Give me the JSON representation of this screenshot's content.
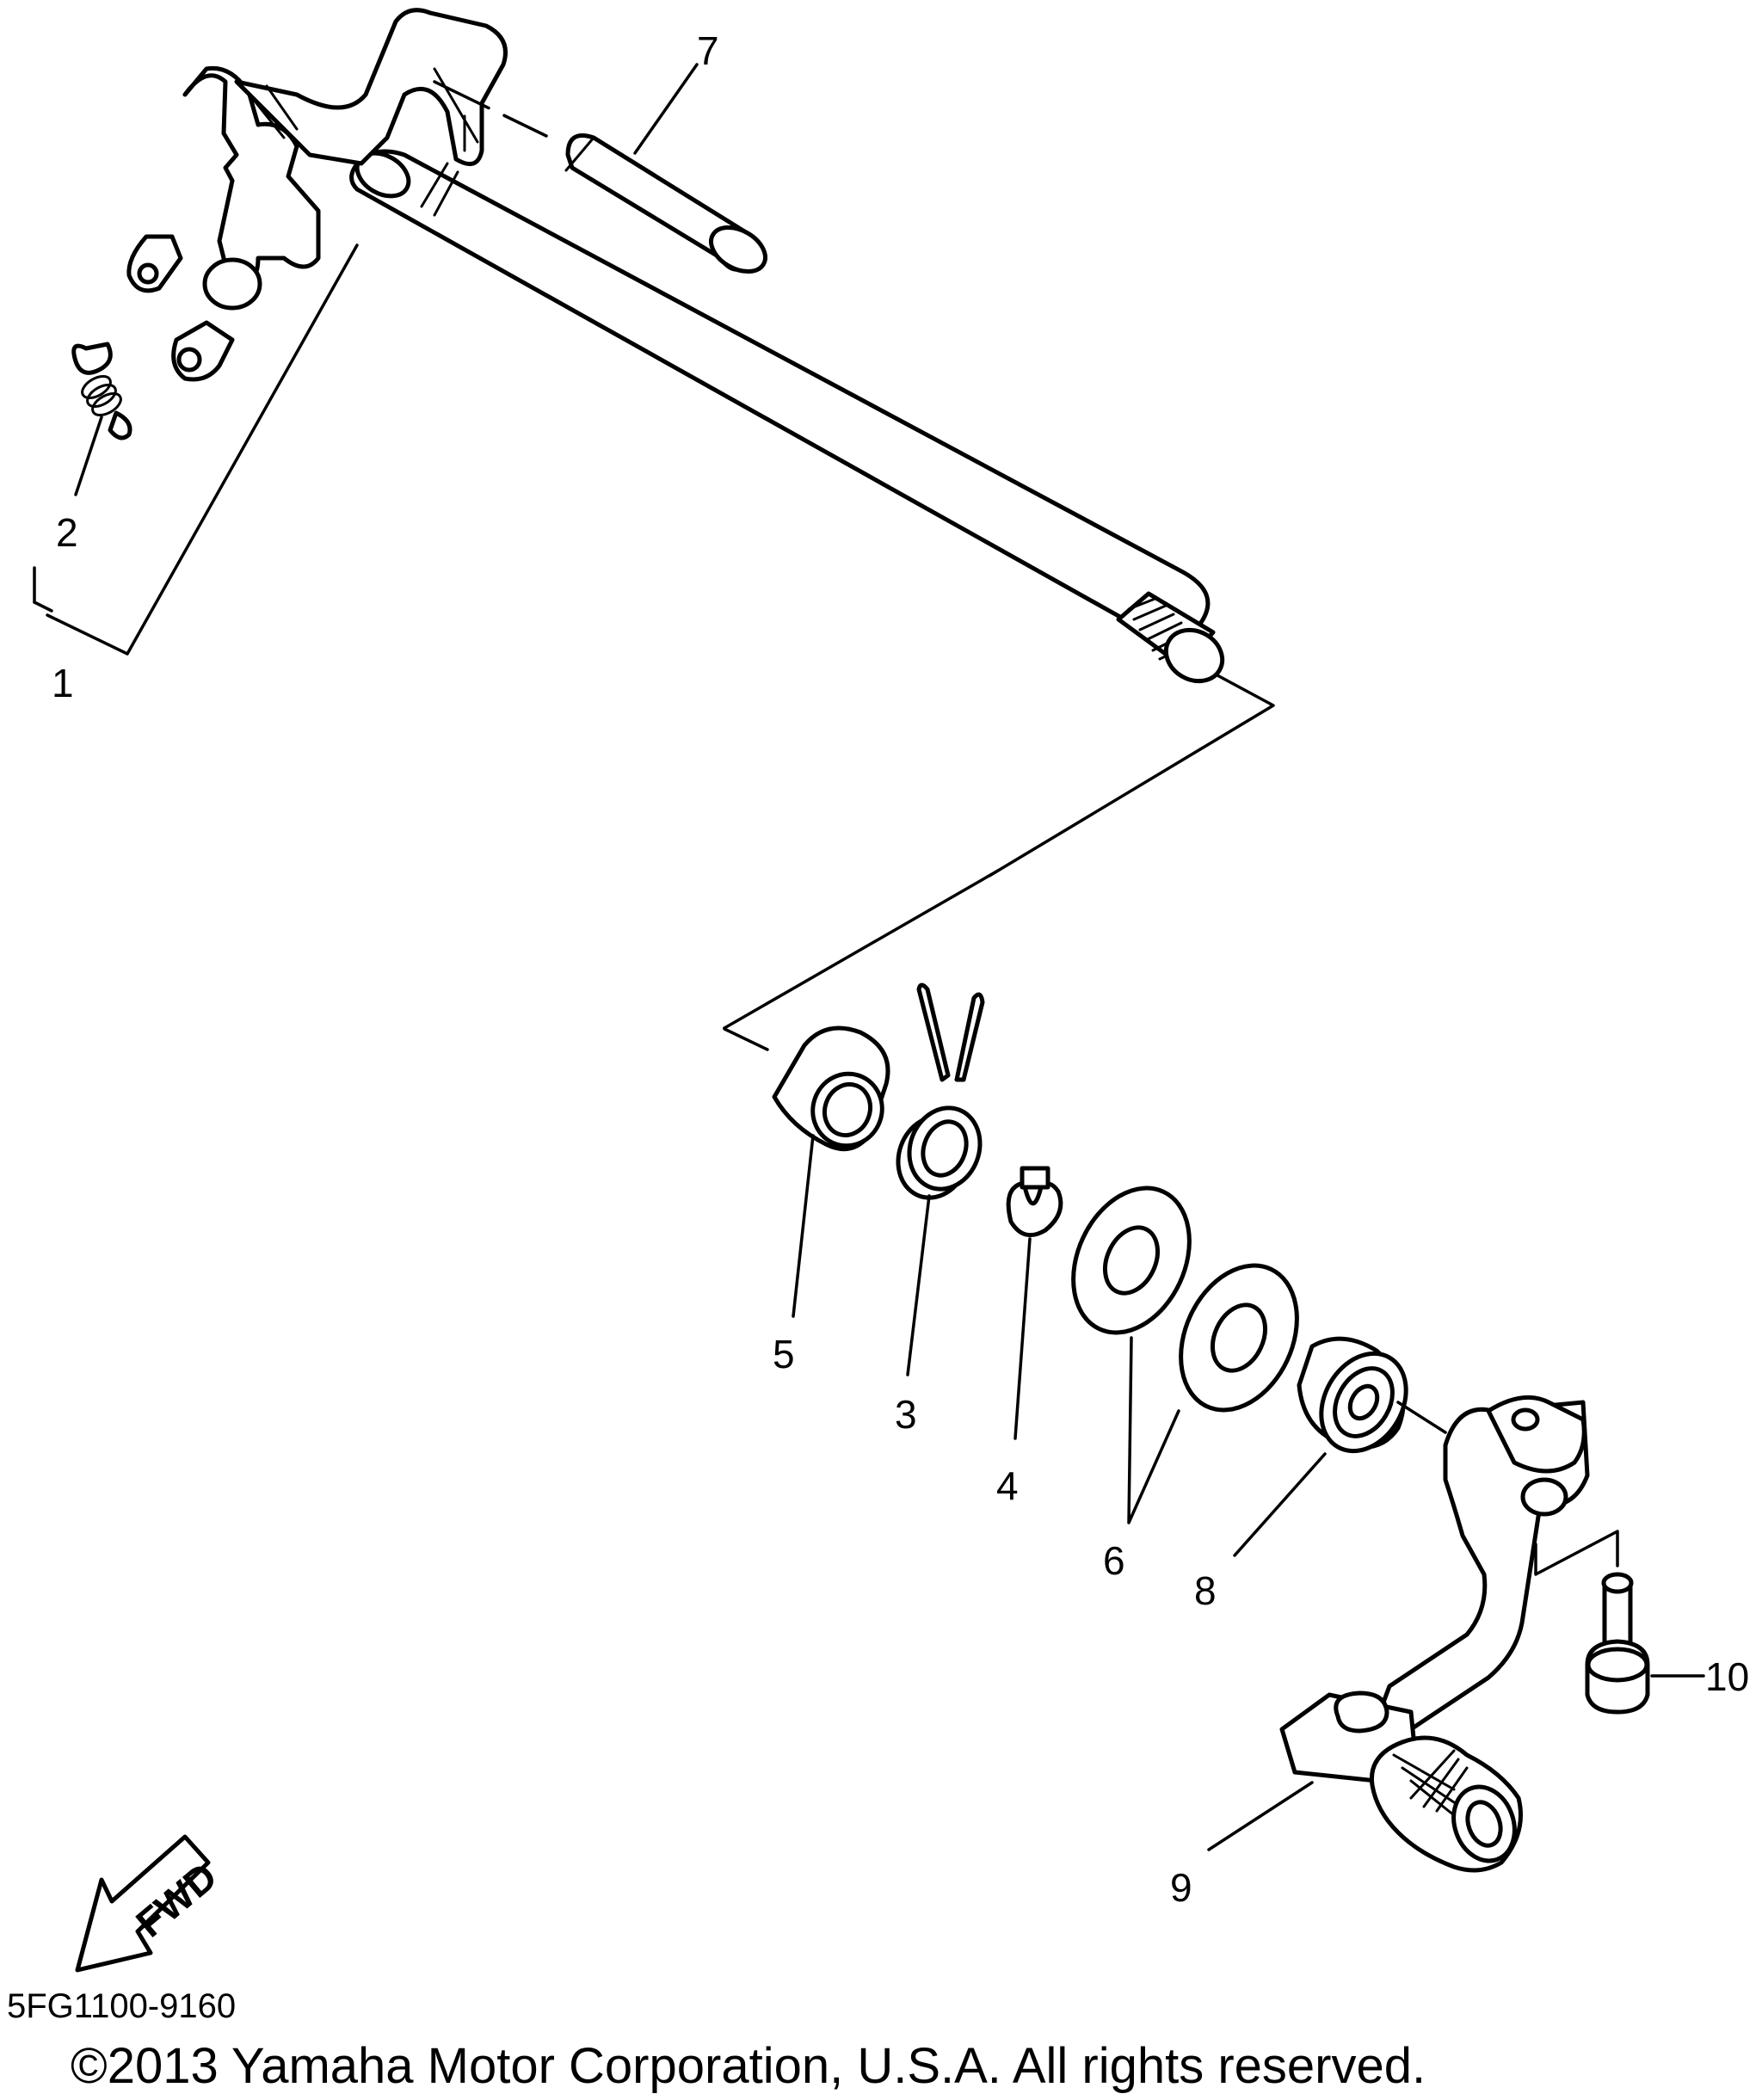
{
  "diagram": {
    "callouts": [
      "1",
      "2",
      "3",
      "4",
      "5",
      "6",
      "7",
      "8",
      "9",
      "10"
    ],
    "direction_arrow": "FWD"
  },
  "footer": {
    "doc_code": "5FG1100-9160",
    "copyright": "©2013 Yamaha Motor Corporation, U.S.A. All rights reserved."
  },
  "icons": {
    "fwd_arrow": "fwd-arrow-icon"
  }
}
